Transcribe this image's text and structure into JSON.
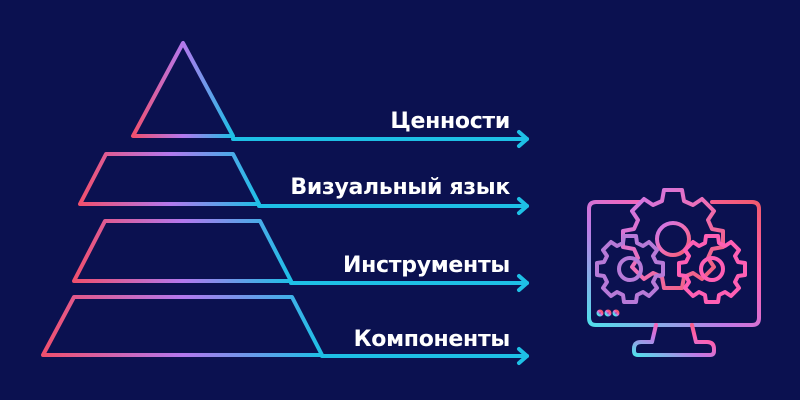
{
  "diagram": {
    "type": "pyramid",
    "levels": [
      {
        "label": "Ценности"
      },
      {
        "label": "Визуальный язык"
      },
      {
        "label": "Инструменты"
      },
      {
        "label": "Компоненты"
      }
    ],
    "icon": "monitor-with-gears-icon"
  },
  "colors": {
    "background": "#0b1150",
    "gradient_start": "#f0506e",
    "gradient_mid": "#b478ee",
    "gradient_end": "#1ec0e6",
    "arrow": "#1ec0e6",
    "text": "#ffffff"
  }
}
